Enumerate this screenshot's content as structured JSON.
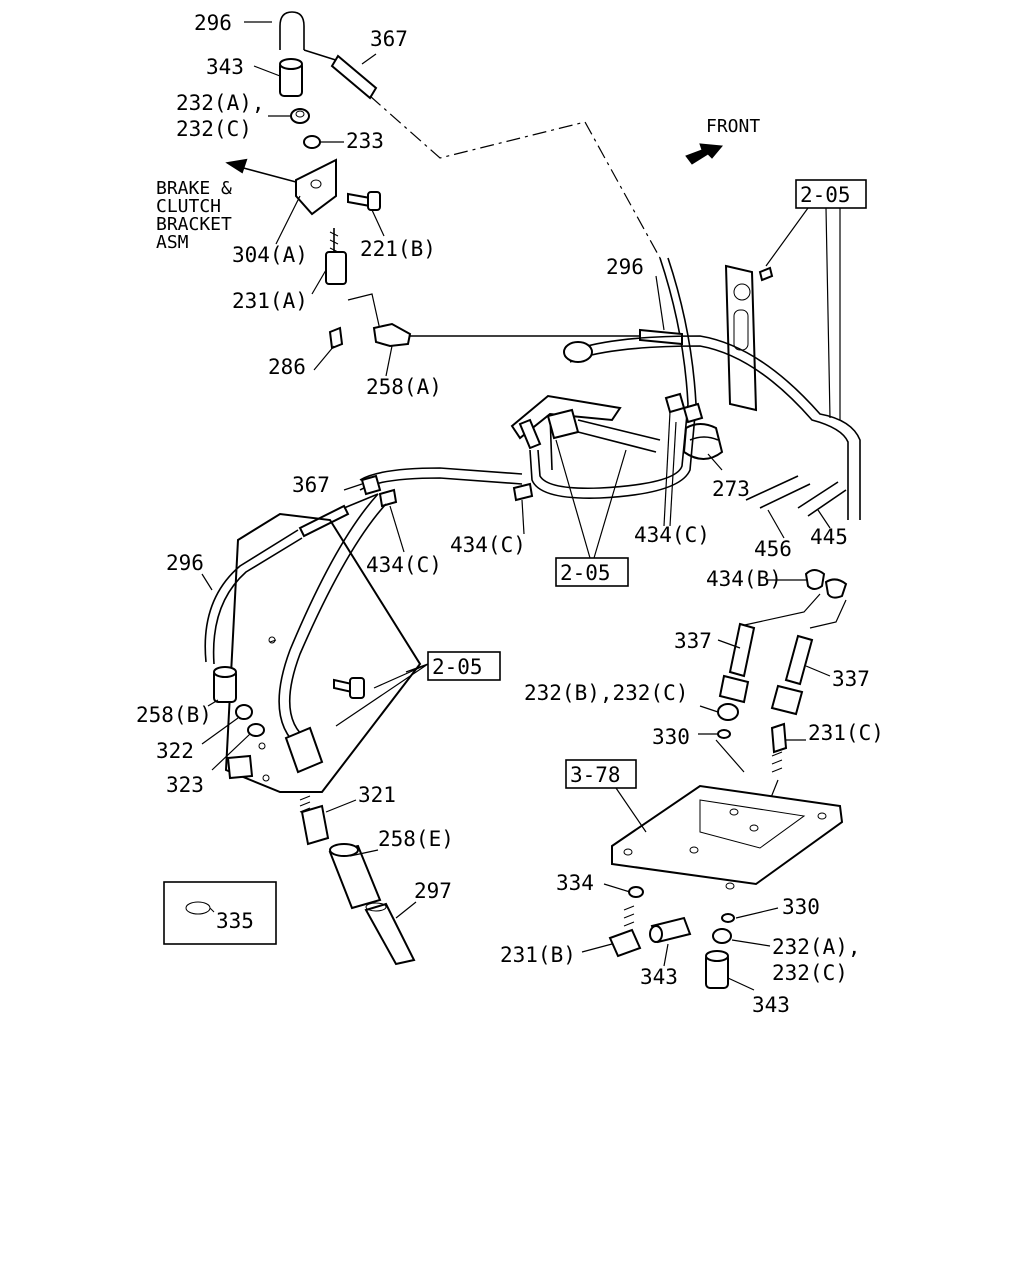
{
  "diagram": {
    "direction": {
      "text": "FRONT",
      "icon": "front-arrow-icon"
    },
    "note": {
      "lines": [
        "BRAKE &",
        "CLUTCH",
        "BRACKET",
        "ASM"
      ]
    },
    "refs": {
      "ref_top_right": "2-05",
      "ref_center": "2-05",
      "ref_left": "2-05",
      "ref_plate": "3-78"
    },
    "legend_box": {
      "label": "335"
    },
    "callouts": {
      "c296_top": "296",
      "c367_top": "367",
      "c343_top": "343",
      "c232_top_1": "232(A),",
      "c232_top_2": "232(C)",
      "c233": "233",
      "c221b": "221(B)",
      "c304a": "304(A)",
      "c231a": "231(A)",
      "c286": "286",
      "c258a": "258(A)",
      "c296_mid": "296",
      "c273": "273",
      "c434c_right": "434(C)",
      "c456": "456",
      "c445": "445",
      "c367_mid": "367",
      "c434c_mid": "434(C)",
      "c434c_left": "434(C)",
      "c296_left": "296",
      "c258b": "258(B)",
      "c322": "322",
      "c323": "323",
      "c321": "321",
      "c258e": "258(E)",
      "c297": "297",
      "c434b": "434(B)",
      "c337_left": "337",
      "c337_right": "337",
      "c232bc": "232(B),232(C)",
      "c330_top": "330",
      "c231c": "231(C)",
      "c334": "334",
      "c330_bot": "330",
      "c231b": "231(B)",
      "c343_mid": "343",
      "c232_bot_1": "232(A),",
      "c232_bot_2": "232(C)",
      "c343_bot": "343"
    }
  }
}
